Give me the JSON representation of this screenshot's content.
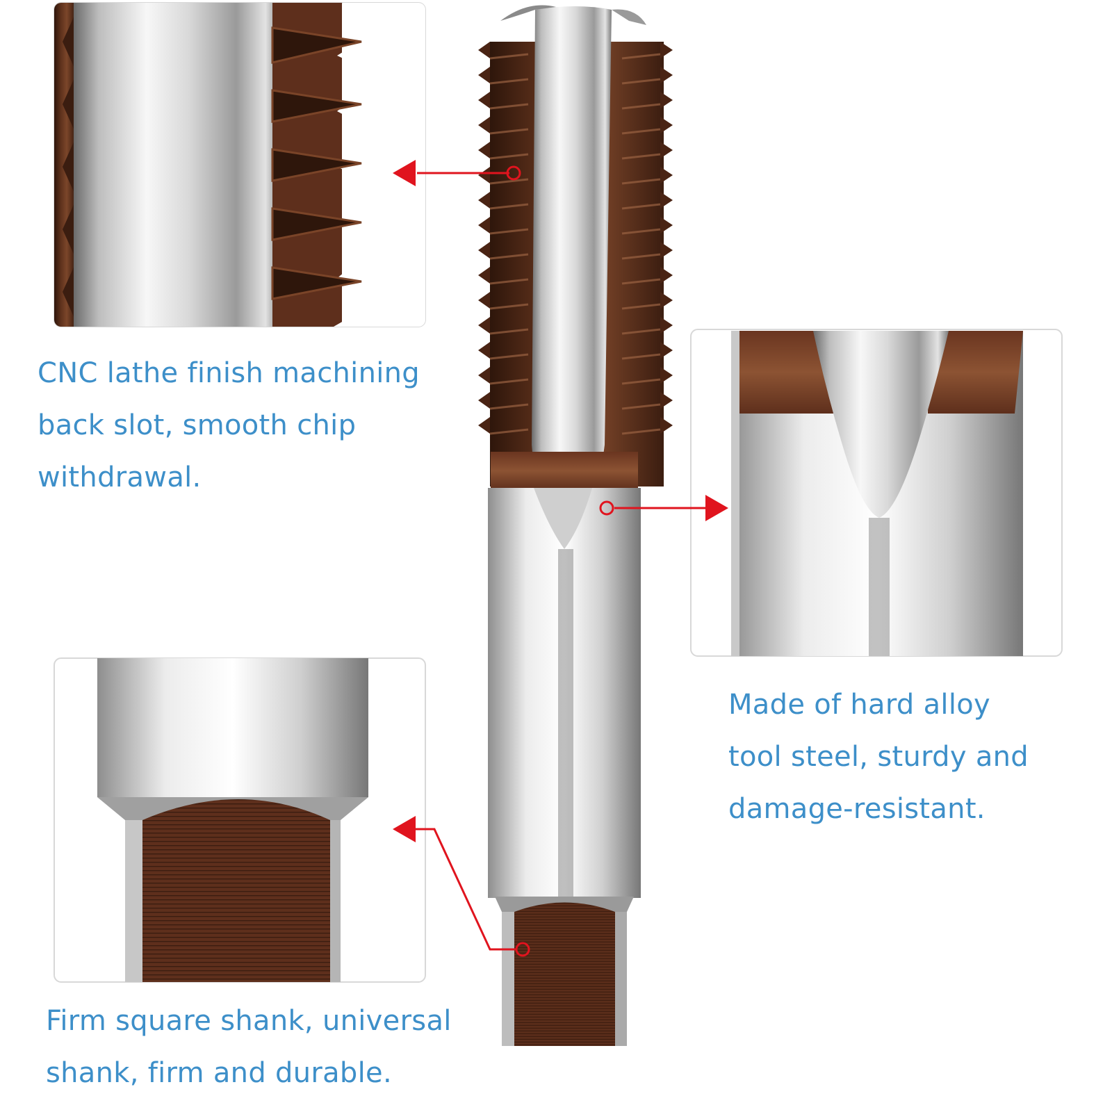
{
  "colors": {
    "caption_text": "#3d8fc9",
    "callout_red": "#e0141e",
    "steel_light": "#f2f2f2",
    "steel_mid": "#b3b3b3",
    "steel_dark": "#5a5a5a",
    "bronze": "#6e3a22",
    "bronze_dark": "#3b1d10",
    "bronze_light": "#8a4e2e",
    "frame": "#d8d8d8"
  },
  "callouts": {
    "thread_detail": {
      "icon": "red-arrow-left-icon",
      "lines": [
        "CNC lathe finish machining",
        "back slot, smooth chip",
        "withdrawal."
      ]
    },
    "material_detail": {
      "icon": "red-arrow-right-icon",
      "lines": [
        "Made of hard alloy",
        "tool steel, sturdy and",
        "damage-resistant."
      ]
    },
    "shank_detail": {
      "icon": "red-arrow-left-icon",
      "lines": [
        "Firm square shank, universal",
        "shank, firm and durable."
      ]
    }
  }
}
